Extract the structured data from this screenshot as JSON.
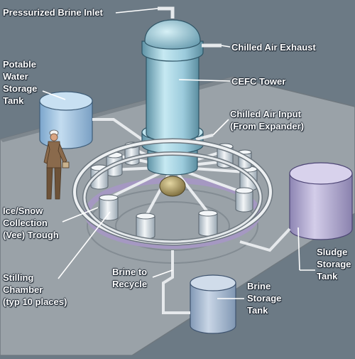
{
  "labels": {
    "pressurized_brine_inlet": "Pressurized Brine Inlet",
    "chilled_air_exhaust": "Chilled Air Exhaust",
    "potable_water_storage_tank": "Potable\nWater\nStorage\nTank",
    "cefc_tower": "CEFC Tower",
    "chilled_air_input": "Chilled Air Input\n(From Expander)",
    "ice_snow_trough": "Ice/Snow\nCollection\n(Vee) Trough",
    "stilling_chamber": "Stilling\nChamber\n(typ 10 places)",
    "brine_to_recycle": "Brine to\nRecycle",
    "brine_storage_tank": "Brine\nStorage\nTank",
    "sludge_storage_tank": "Sludge\nStorage\nTank"
  },
  "colors": {
    "background": "#6c7a85",
    "platform": "#9aa2a8",
    "tower": "#a9d6e4",
    "pipe": "#e6e9ec",
    "sludge_tank": "#b9b3d3",
    "water_tank": "#a8c8e6"
  }
}
